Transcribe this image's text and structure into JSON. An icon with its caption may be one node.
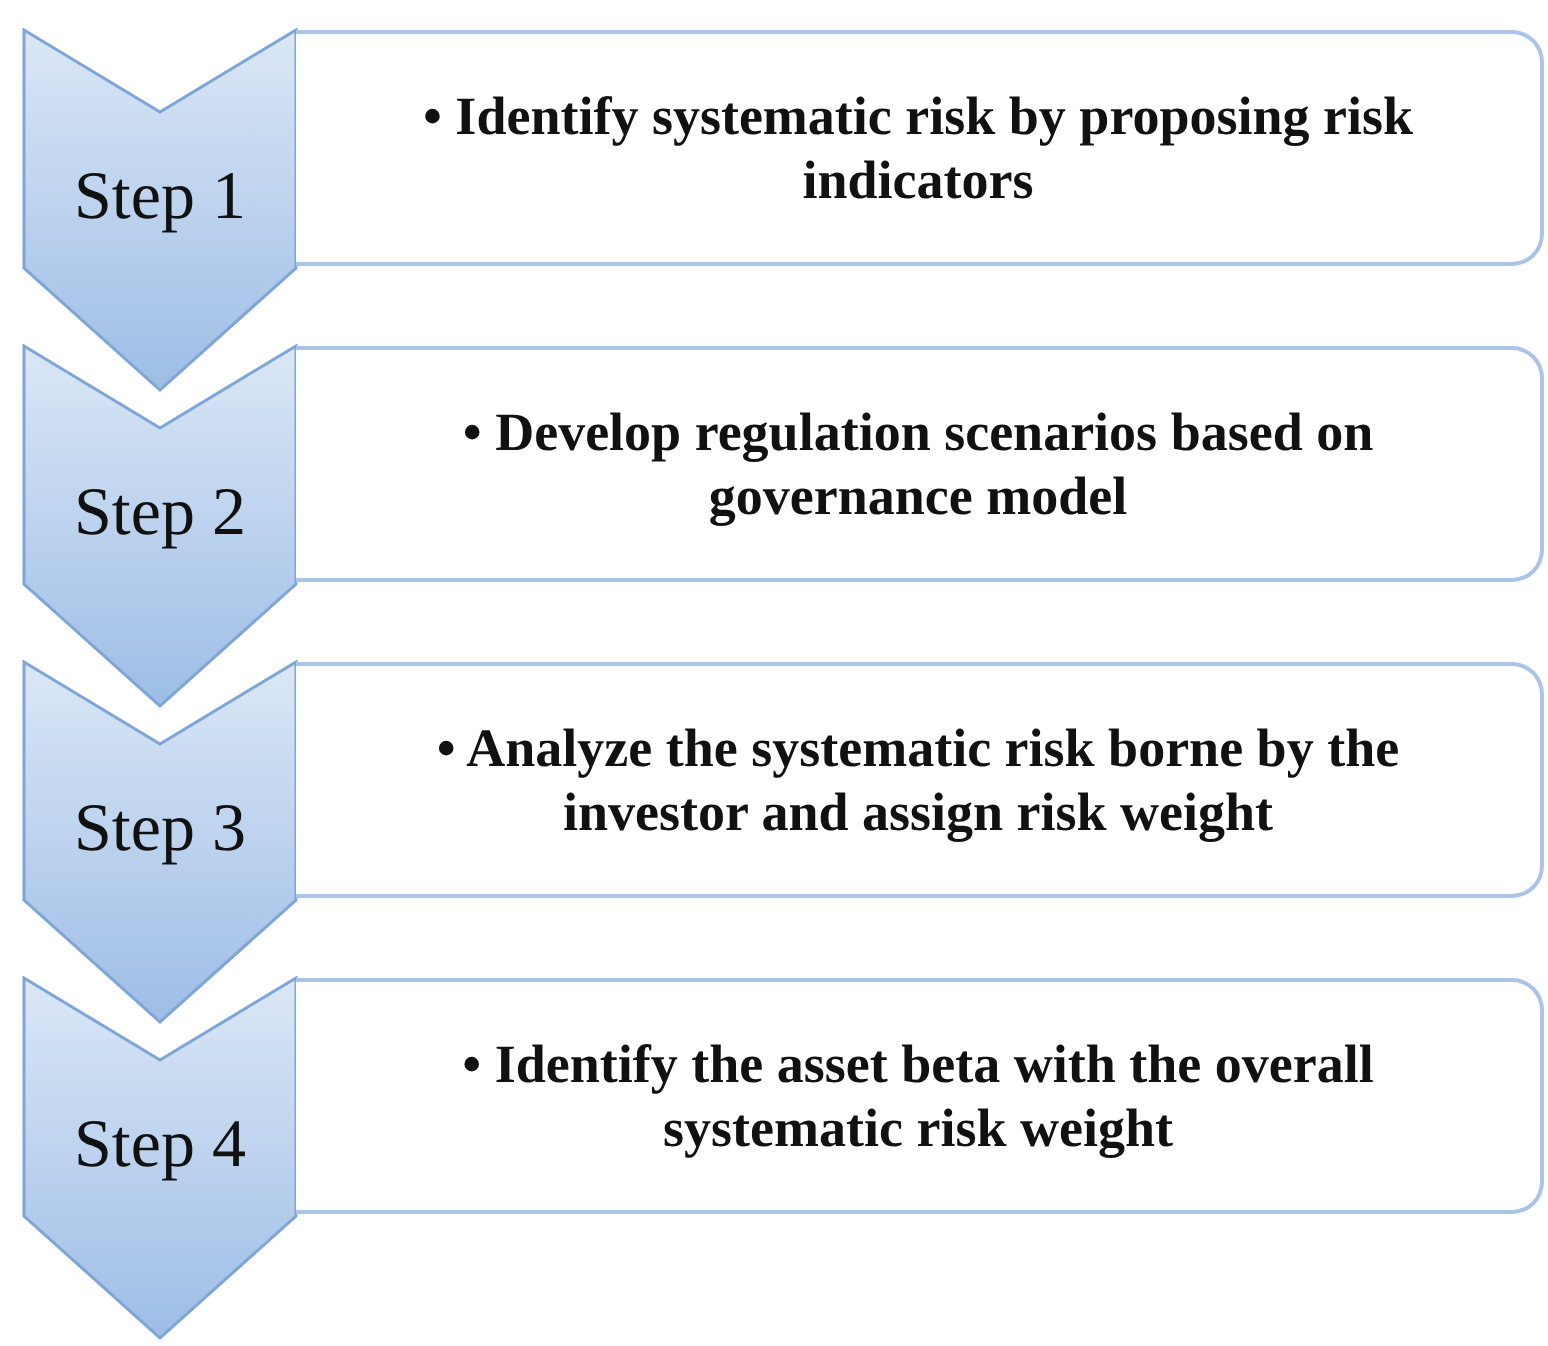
{
  "diagram": {
    "nodes": [
      {
        "text": [
          "Step 1"
        ]
      },
      {
        "text": [
          "• Identify systematic risk by proposing risk indicators"
        ]
      },
      {
        "text": [
          "Step 2"
        ]
      },
      {
        "text": [
          "• Develop regulation scenarios based on governance model"
        ]
      },
      {
        "text": [
          "Step 3"
        ]
      },
      {
        "text": [
          "• Analyze the systematic risk borne by the investor and assign risk weight"
        ]
      },
      {
        "text": [
          "Step 4"
        ]
      },
      {
        "text": [
          "• Identify the asset beta with the overall systematic risk weight"
        ]
      }
    ]
  }
}
